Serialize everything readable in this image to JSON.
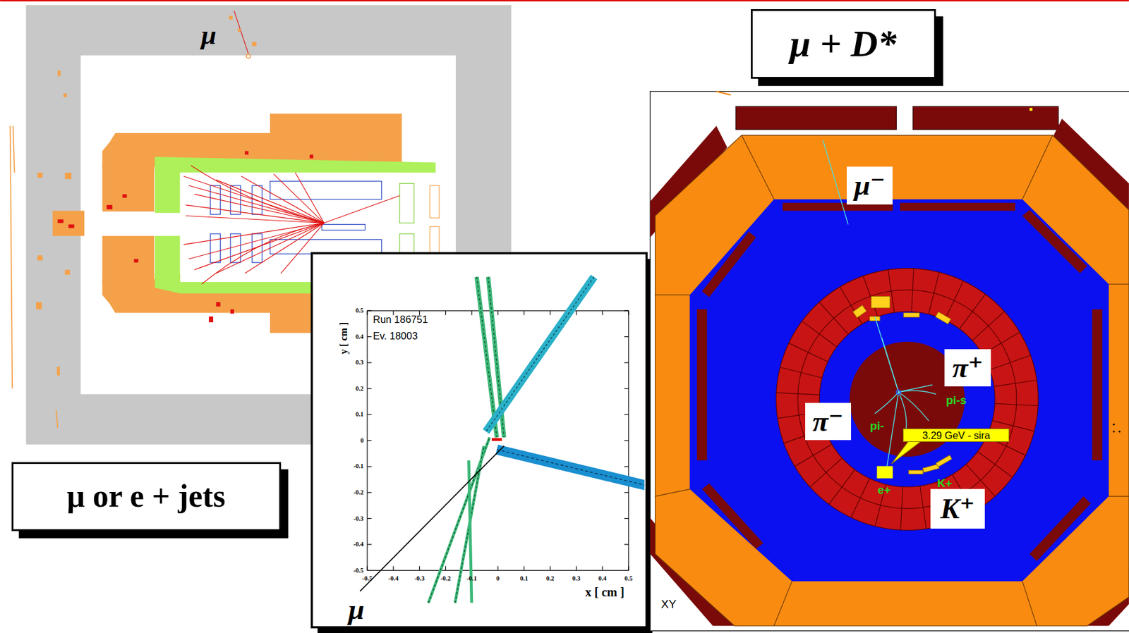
{
  "diagram": {
    "nodes": [
      {
        "text": [
          "μ + D*"
        ]
      },
      {
        "text": [
          "μ⁻"
        ]
      },
      {
        "text": [
          "π⁺"
        ]
      },
      {
        "text": [
          "π⁻"
        ]
      },
      {
        "text": [
          "3.29 GeV - sira"
        ]
      },
      {
        "text": [
          "μ or e + jets"
        ]
      },
      {
        "text": [
          "K⁺"
        ]
      }
    ],
    "labels": [
      "μ",
      "Run 186751",
      "Ev. 18003",
      "y [ cm ]",
      "0.5",
      "0.4",
      "0.3",
      "0.2",
      "0.1",
      "0",
      "-0.1",
      "-0.2",
      "-0.3",
      "-0.4",
      "-0.5",
      "-0.5",
      "-0.4",
      "-0.3",
      "-0.2",
      "-0.1",
      "0",
      "0.1",
      "0.2",
      "0.3",
      "0.4",
      "0.5",
      "x [ cm ]",
      "μ",
      "pi-s",
      "pi-",
      "K+",
      "e+",
      "XY"
    ]
  }
}
